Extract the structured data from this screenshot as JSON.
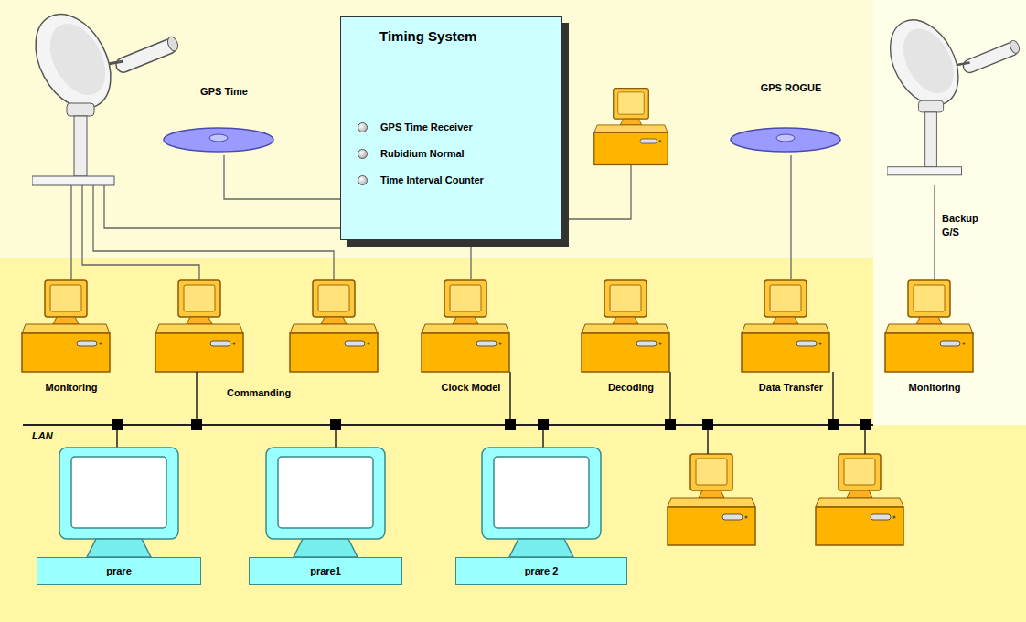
{
  "diagram": {
    "nodes": [
      {
        "text": [
          "Timing System",
          "GPS Time Receiver",
          "Rubidium Normal",
          "Time Interval Counter"
        ]
      },
      {
        "text": [
          "GPS Time"
        ]
      },
      {
        "text": [
          "GPS ROGUE"
        ]
      },
      {
        "text": [
          "Monitoring"
        ]
      },
      {
        "text": [
          "Clock Model"
        ]
      },
      {
        "text": [
          "Decoding"
        ]
      },
      {
        "text": [
          "Data Transfer"
        ]
      },
      {
        "text": [
          "Monitoring"
        ]
      },
      {
        "text": [
          "prare"
        ]
      },
      {
        "text": [
          "prare1"
        ]
      },
      {
        "text": [
          "prare 2"
        ]
      }
    ],
    "edges": [
      {
        "from": 1,
        "to": 0,
        "arrow": "none"
      },
      {
        "from": 0,
        "to": 4,
        "arrow": "none"
      },
      {
        "from": 2,
        "to": 6,
        "arrow": "none"
      }
    ],
    "labels": [
      "Commanding",
      "LAN",
      "Backup G/S"
    ]
  }
}
